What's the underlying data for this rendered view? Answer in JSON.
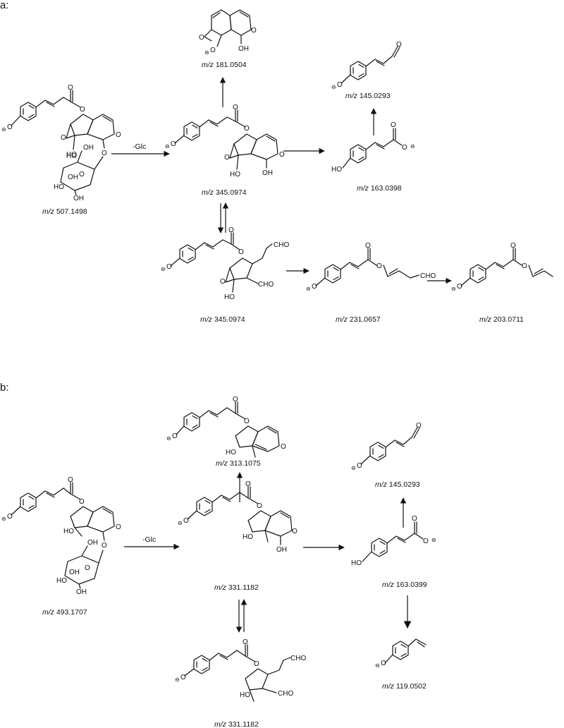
{
  "panels": {
    "a": {
      "label": "a:",
      "condition": "-Glc",
      "mz": {
        "precursor": "m/z 507.1498",
        "aglycone": "m/z  345.0974",
        "epoxide_frag": "m/z  181.0504",
        "coumarate": "m/z 163.0398",
        "coumaraldehyde": "m/z  145.0293",
        "ring_open": "m/z 345.0974",
        "ester_231": "m/z  231.0657",
        "ester_203": "m/z  203.0711"
      }
    },
    "b": {
      "label": "b:",
      "condition": "-Glc",
      "mz": {
        "precursor": "m/z 493.1707",
        "aglycone": "m/z  331.1182",
        "dehydrated": "m/z  313.1075",
        "coumarate": "m/z  163.0399",
        "coumaraldehyde": "m/z  145.0293",
        "vinylphenolate": "m/z  119.0502",
        "ring_open": "m/z  331.1182"
      }
    }
  },
  "atom_labels": {
    "O": "O",
    "OH": "OH",
    "HO": "HO",
    "CHO": "CHO",
    "minus": "−"
  }
}
